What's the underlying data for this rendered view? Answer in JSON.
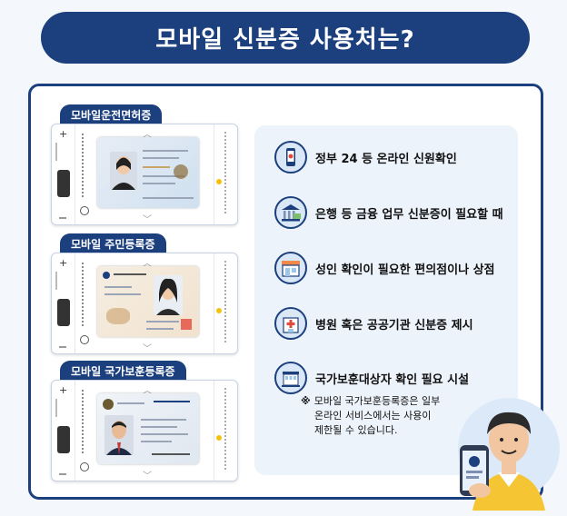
{
  "title": "모바일 신분증 사용처는?",
  "cards": [
    {
      "label": "모바일운전면허증"
    },
    {
      "label": "모바일 주민등록증"
    },
    {
      "label": "모바일 국가보훈등록증"
    }
  ],
  "uses": [
    {
      "icon": "phone-flag-icon",
      "text": "정부 24 등 온라인 신원확인"
    },
    {
      "icon": "bank-icon",
      "text": "은행 등 금융 업무 신분증이 필요할 때"
    },
    {
      "icon": "store-icon",
      "text": "성인 확인이 필요한 편의점이나 상점"
    },
    {
      "icon": "hospital-icon",
      "text": "병원 혹은 공공기관 신분증 제시"
    },
    {
      "icon": "government-building-icon",
      "text": "국가보훈대상자 확인 필요 시설"
    }
  ],
  "note": {
    "mark": "※",
    "line1": "모바일 국가보훈등록증은 일부",
    "line2": "온라인 서비스에서는 사용이",
    "line3": "제한될 수 있습니다."
  },
  "colors": {
    "navy": "#1c3f7e",
    "panel": "#edf3fb"
  }
}
